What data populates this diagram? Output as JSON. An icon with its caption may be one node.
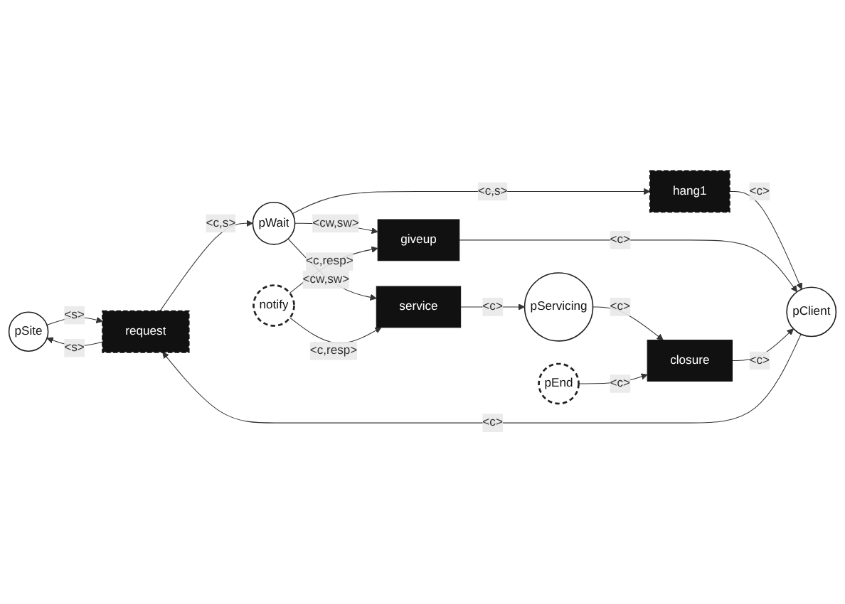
{
  "diagram": {
    "nodes": [
      {
        "text": [
          "pSite"
        ]
      },
      {
        "text": [
          "request"
        ]
      },
      {
        "text": [
          "hang1"
        ]
      },
      {
        "text": [
          "pWait"
        ]
      },
      {
        "text": [
          "pClient"
        ]
      },
      {
        "text": [
          "service"
        ]
      },
      {
        "text": [
          "giveup"
        ]
      },
      {
        "text": [
          "notify"
        ]
      },
      {
        "text": [
          "pEnd"
        ]
      },
      {
        "text": [
          "closure"
        ]
      },
      {
        "text": [
          "pServicing"
        ]
      }
    ],
    "edges": [
      {
        "from": 0,
        "to": 1,
        "arrow": "to",
        "label": "<s>"
      },
      {
        "from": 1,
        "to": 0,
        "arrow": "to",
        "label": "<s>"
      },
      {
        "from": 4,
        "to": 1,
        "arrow": "to",
        "label": "<c>"
      },
      {
        "from": 1,
        "to": 3,
        "arrow": "to",
        "label": "<c,s>"
      },
      {
        "from": 3,
        "to": 2,
        "arrow": "to",
        "label": "<c,s>"
      },
      {
        "from": 2,
        "to": 4,
        "arrow": "to",
        "label": "<c>"
      },
      {
        "from": 3,
        "to": 6,
        "arrow": "to",
        "label": "<cw,sw>"
      },
      {
        "from": 7,
        "to": 6,
        "arrow": "to",
        "label": "<c,resp>"
      },
      {
        "from": 3,
        "to": 5,
        "arrow": "to",
        "label": "<cw,sw>"
      },
      {
        "from": 7,
        "to": 5,
        "arrow": "to",
        "label": "<c,resp>"
      },
      {
        "from": 6,
        "to": 4,
        "arrow": "to",
        "label": "<c>"
      },
      {
        "from": 5,
        "to": 10,
        "arrow": "to",
        "label": "<c>"
      },
      {
        "from": 10,
        "to": 9,
        "arrow": "to",
        "label": "<c>"
      },
      {
        "from": 8,
        "to": 9,
        "arrow": "to",
        "label": "<c>"
      },
      {
        "from": 9,
        "to": 4,
        "arrow": "to",
        "label": "<c>"
      }
    ]
  }
}
